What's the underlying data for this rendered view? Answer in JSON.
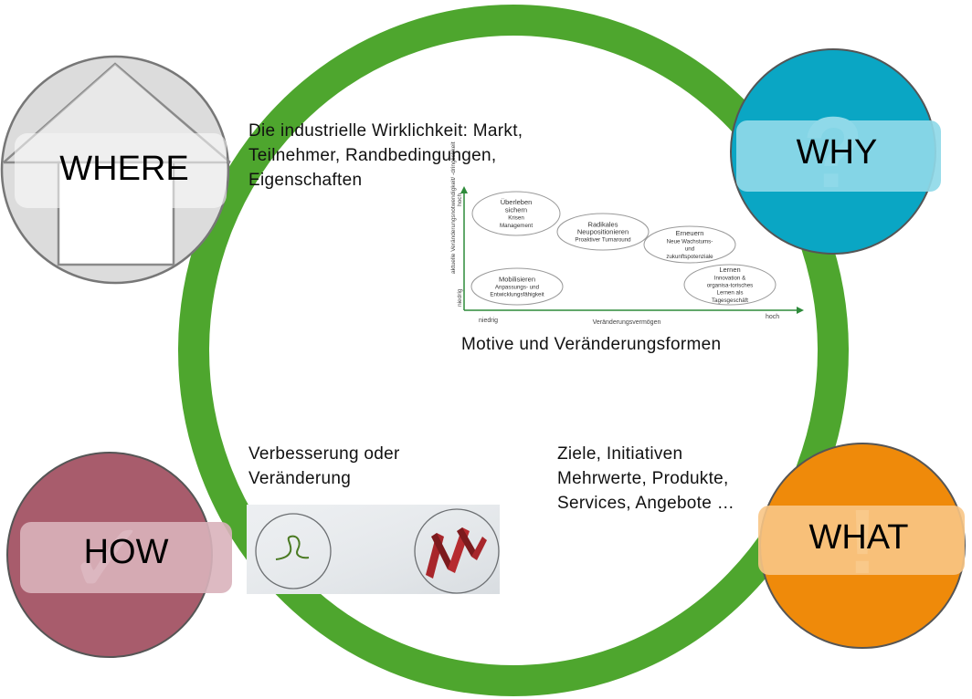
{
  "nodes": {
    "where": {
      "label": "WHERE",
      "color": "#dcdcdc"
    },
    "why": {
      "label": "WHY",
      "color": "#0aa6c4",
      "glyph": "?"
    },
    "how": {
      "label": "HOW",
      "color": "#a85c6c",
      "glyph": "✓"
    },
    "what": {
      "label": "WHAT",
      "color": "#ef8a0a",
      "glyph": "!"
    }
  },
  "ring_color": "#4ea62e",
  "texts": {
    "where_text": "Die industrielle Wirklichkeit: Markt,\nTeilnehmer,  Randbedingungen,\nEigenschaften",
    "how_text": "Verbesserung oder\nVeränderung",
    "what_text": "Ziele, Initiativen\nMehrwerte, Produkte,\nServices, Angebote …",
    "matrix_caption": "Motive und Veränderungsformen"
  },
  "matrix": {
    "y_axis_label": "aktuelle Veränderungsnotwendigkeit/ -dringlichkeit",
    "y_low": "niedrig",
    "y_high": "hoch",
    "x_axis_label": "Veränderungsvermögen",
    "x_low": "niedrig",
    "x_high": "hoch",
    "bubbles": [
      {
        "title": "Überleben\nsichern",
        "sub": "Krisen\nManagement"
      },
      {
        "title": "Radikales\nNeupositionieren",
        "sub": "Proaktiver Turnaround"
      },
      {
        "title": "Erneuern",
        "sub": "Neue Wachstums-\nund\nzukunftspotenziale"
      },
      {
        "title": "Mobilisieren",
        "sub": "Anpassungs- und\nEntwicklungsfähigkeit"
      },
      {
        "title": "Lernen",
        "sub": "Innovation &\norganisa-torisches\nLernen als\nTagesgeschäft"
      }
    ]
  },
  "icons": {
    "loop": "loop-icon",
    "spiral": "ribbon-spiral-icon",
    "house": "house-icon"
  }
}
